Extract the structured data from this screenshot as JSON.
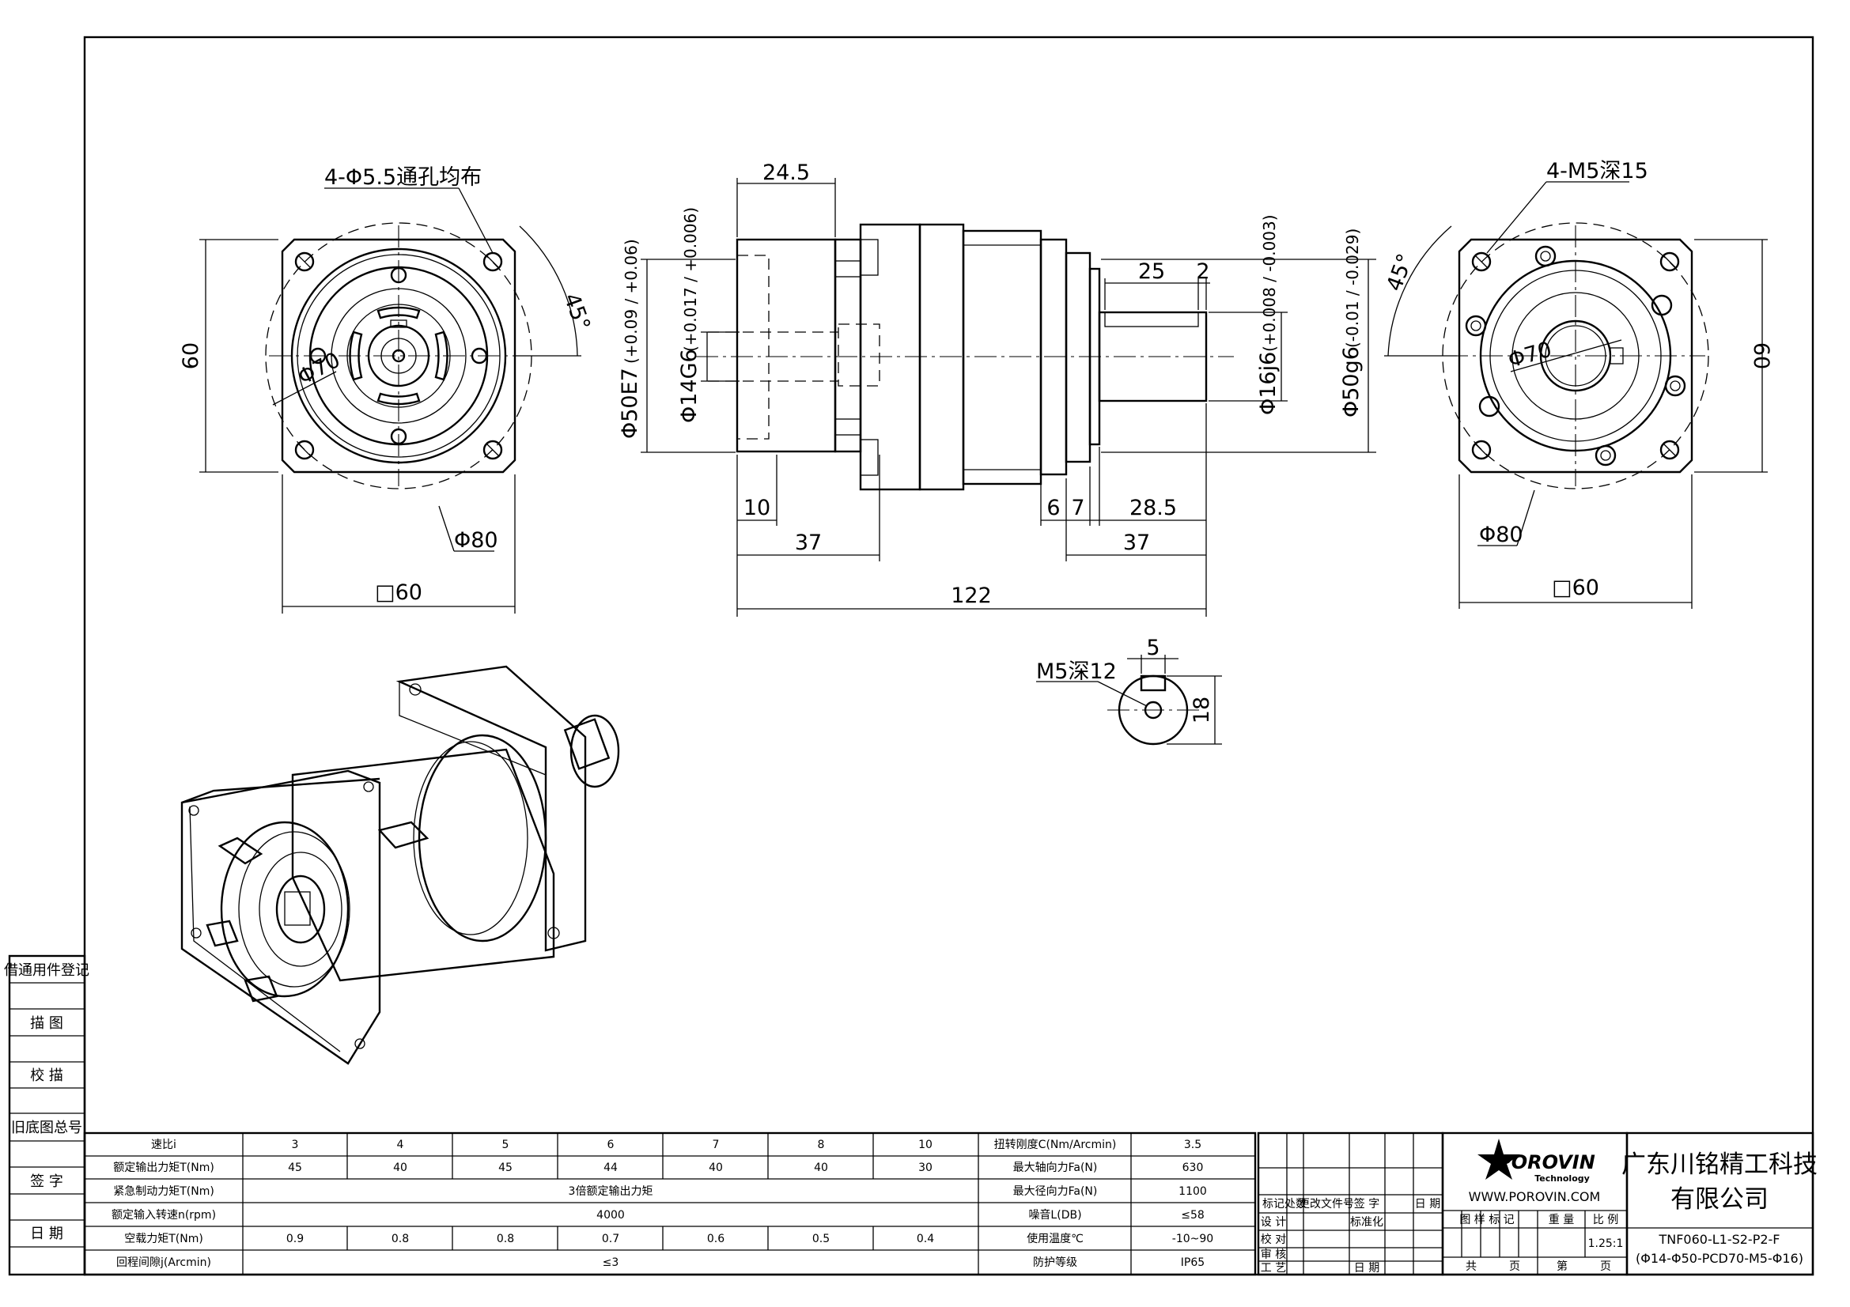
{
  "dims": {
    "holes_left": "4-Φ5.5通孔均布",
    "angle_left": "45°",
    "h60_left": "60",
    "pcd_left": "Φ70",
    "dia80_left": "Φ80",
    "sq60_left": "□60",
    "d24_5": "24.5",
    "d10": "10",
    "d37_a": "37",
    "d122": "122",
    "d6": "6",
    "d7": "7",
    "d28_5": "28.5",
    "d37_b": "37",
    "d25": "25",
    "d2": "2",
    "bore50": "Φ50E7",
    "bore50_tol": "(+0.09 / +0.06)",
    "in14": "Φ14G6",
    "in14_tol": "(+0.017 / +0.006)",
    "shaft16": "Φ16j6",
    "shaft16_tol": "(+0.008 / -0.003)",
    "pilot50": "Φ50g6",
    "pilot50_tol": "(-0.01 / -0.029)",
    "holes_right": "4-M5深15",
    "angle_right": "45°",
    "pcd_right": "Φ70",
    "h60_right": "60",
    "dia80_right": "Φ80",
    "sq60_right": "□60",
    "key5": "5",
    "m5": "M5深12",
    "d18": "18"
  },
  "side_labels": [
    "借通用件登记",
    "描 图",
    "校 描",
    "旧底图总号",
    "签 字",
    "日 期"
  ],
  "spec_table": {
    "ratio_label": "速比i",
    "ratios": [
      "3",
      "4",
      "5",
      "6",
      "7",
      "8",
      "10"
    ],
    "rows": [
      {
        "label": "额定输出力矩T(Nm)",
        "values": [
          "45",
          "40",
          "45",
          "44",
          "40",
          "40",
          "30"
        ]
      },
      {
        "label": "紧急制动力矩T(Nm)",
        "merged": "3倍额定输出力矩"
      },
      {
        "label": "额定输入转速n(rpm)",
        "merged": "4000"
      },
      {
        "label": "空载力矩T(Nm)",
        "values": [
          "0.9",
          "0.8",
          "0.8",
          "0.7",
          "0.6",
          "0.5",
          "0.4"
        ]
      },
      {
        "label": "回程间隙j(Arcmin)",
        "merged": "≤3"
      }
    ],
    "right_rows": [
      {
        "label": "扭转刚度C(Nm/Arcmin)",
        "value": "3.5"
      },
      {
        "label": "最大轴向力Fa(N)",
        "value": "630"
      },
      {
        "label": "最大径向力Fa(N)",
        "value": "1100"
      },
      {
        "label": "噪音L(DB)",
        "value": "≤58"
      },
      {
        "label": "使用温度℃",
        "value": "-10~90"
      },
      {
        "label": "防护等级",
        "value": "IP65"
      }
    ]
  },
  "revision_block": {
    "headers": [
      "标记",
      "处数",
      "更改文件号",
      "签 字",
      "日 期"
    ],
    "roles": [
      "设 计",
      "校 对",
      "审 核",
      "工 艺"
    ],
    "std_label": "标准化",
    "date_label": "日 期"
  },
  "logo": {
    "brand": "POROVIN",
    "sub": "Technology",
    "url": "WWW.POROVIN.COM"
  },
  "info_block": {
    "headers": [
      "图 样 标 记",
      "重 量",
      "比 例"
    ],
    "scale": "1.25:1",
    "total_label": "共",
    "page_label": "页",
    "nth_label": "第",
    "page_label2": "页"
  },
  "company": {
    "line1": "广东川铭精工科技",
    "line2": "有限公司"
  },
  "model": {
    "line1": "TNF060-L1-S2-P2-F",
    "line2": "(Φ14-Φ50-PCD70-M5-Φ16)"
  }
}
